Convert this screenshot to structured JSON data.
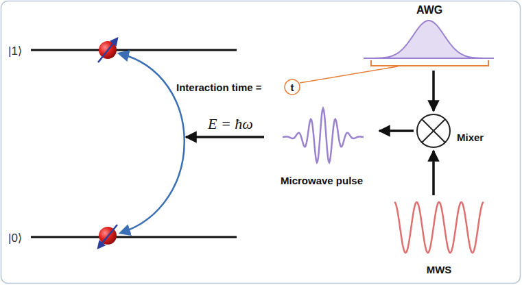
{
  "diagram": {
    "nodes": [
      {
        "text": [
          "AWG"
        ]
      },
      {
        "text": [
          "Mixer"
        ]
      },
      {
        "text": [
          "MWS"
        ]
      },
      {
        "text": [
          "Microwave pulse"
        ]
      },
      {
        "text": [
          "|1⟩",
          "|0⟩"
        ]
      }
    ],
    "edges": [
      {
        "from": 0,
        "to": 1,
        "arrow": "to"
      },
      {
        "from": 2,
        "to": 1,
        "arrow": "to"
      },
      {
        "from": 1,
        "to": 3,
        "arrow": "to"
      },
      {
        "from": 3,
        "to": 4,
        "arrow": "to",
        "label": "E = ħω"
      }
    ],
    "labels": [
      "Interaction time =",
      "t"
    ]
  }
}
